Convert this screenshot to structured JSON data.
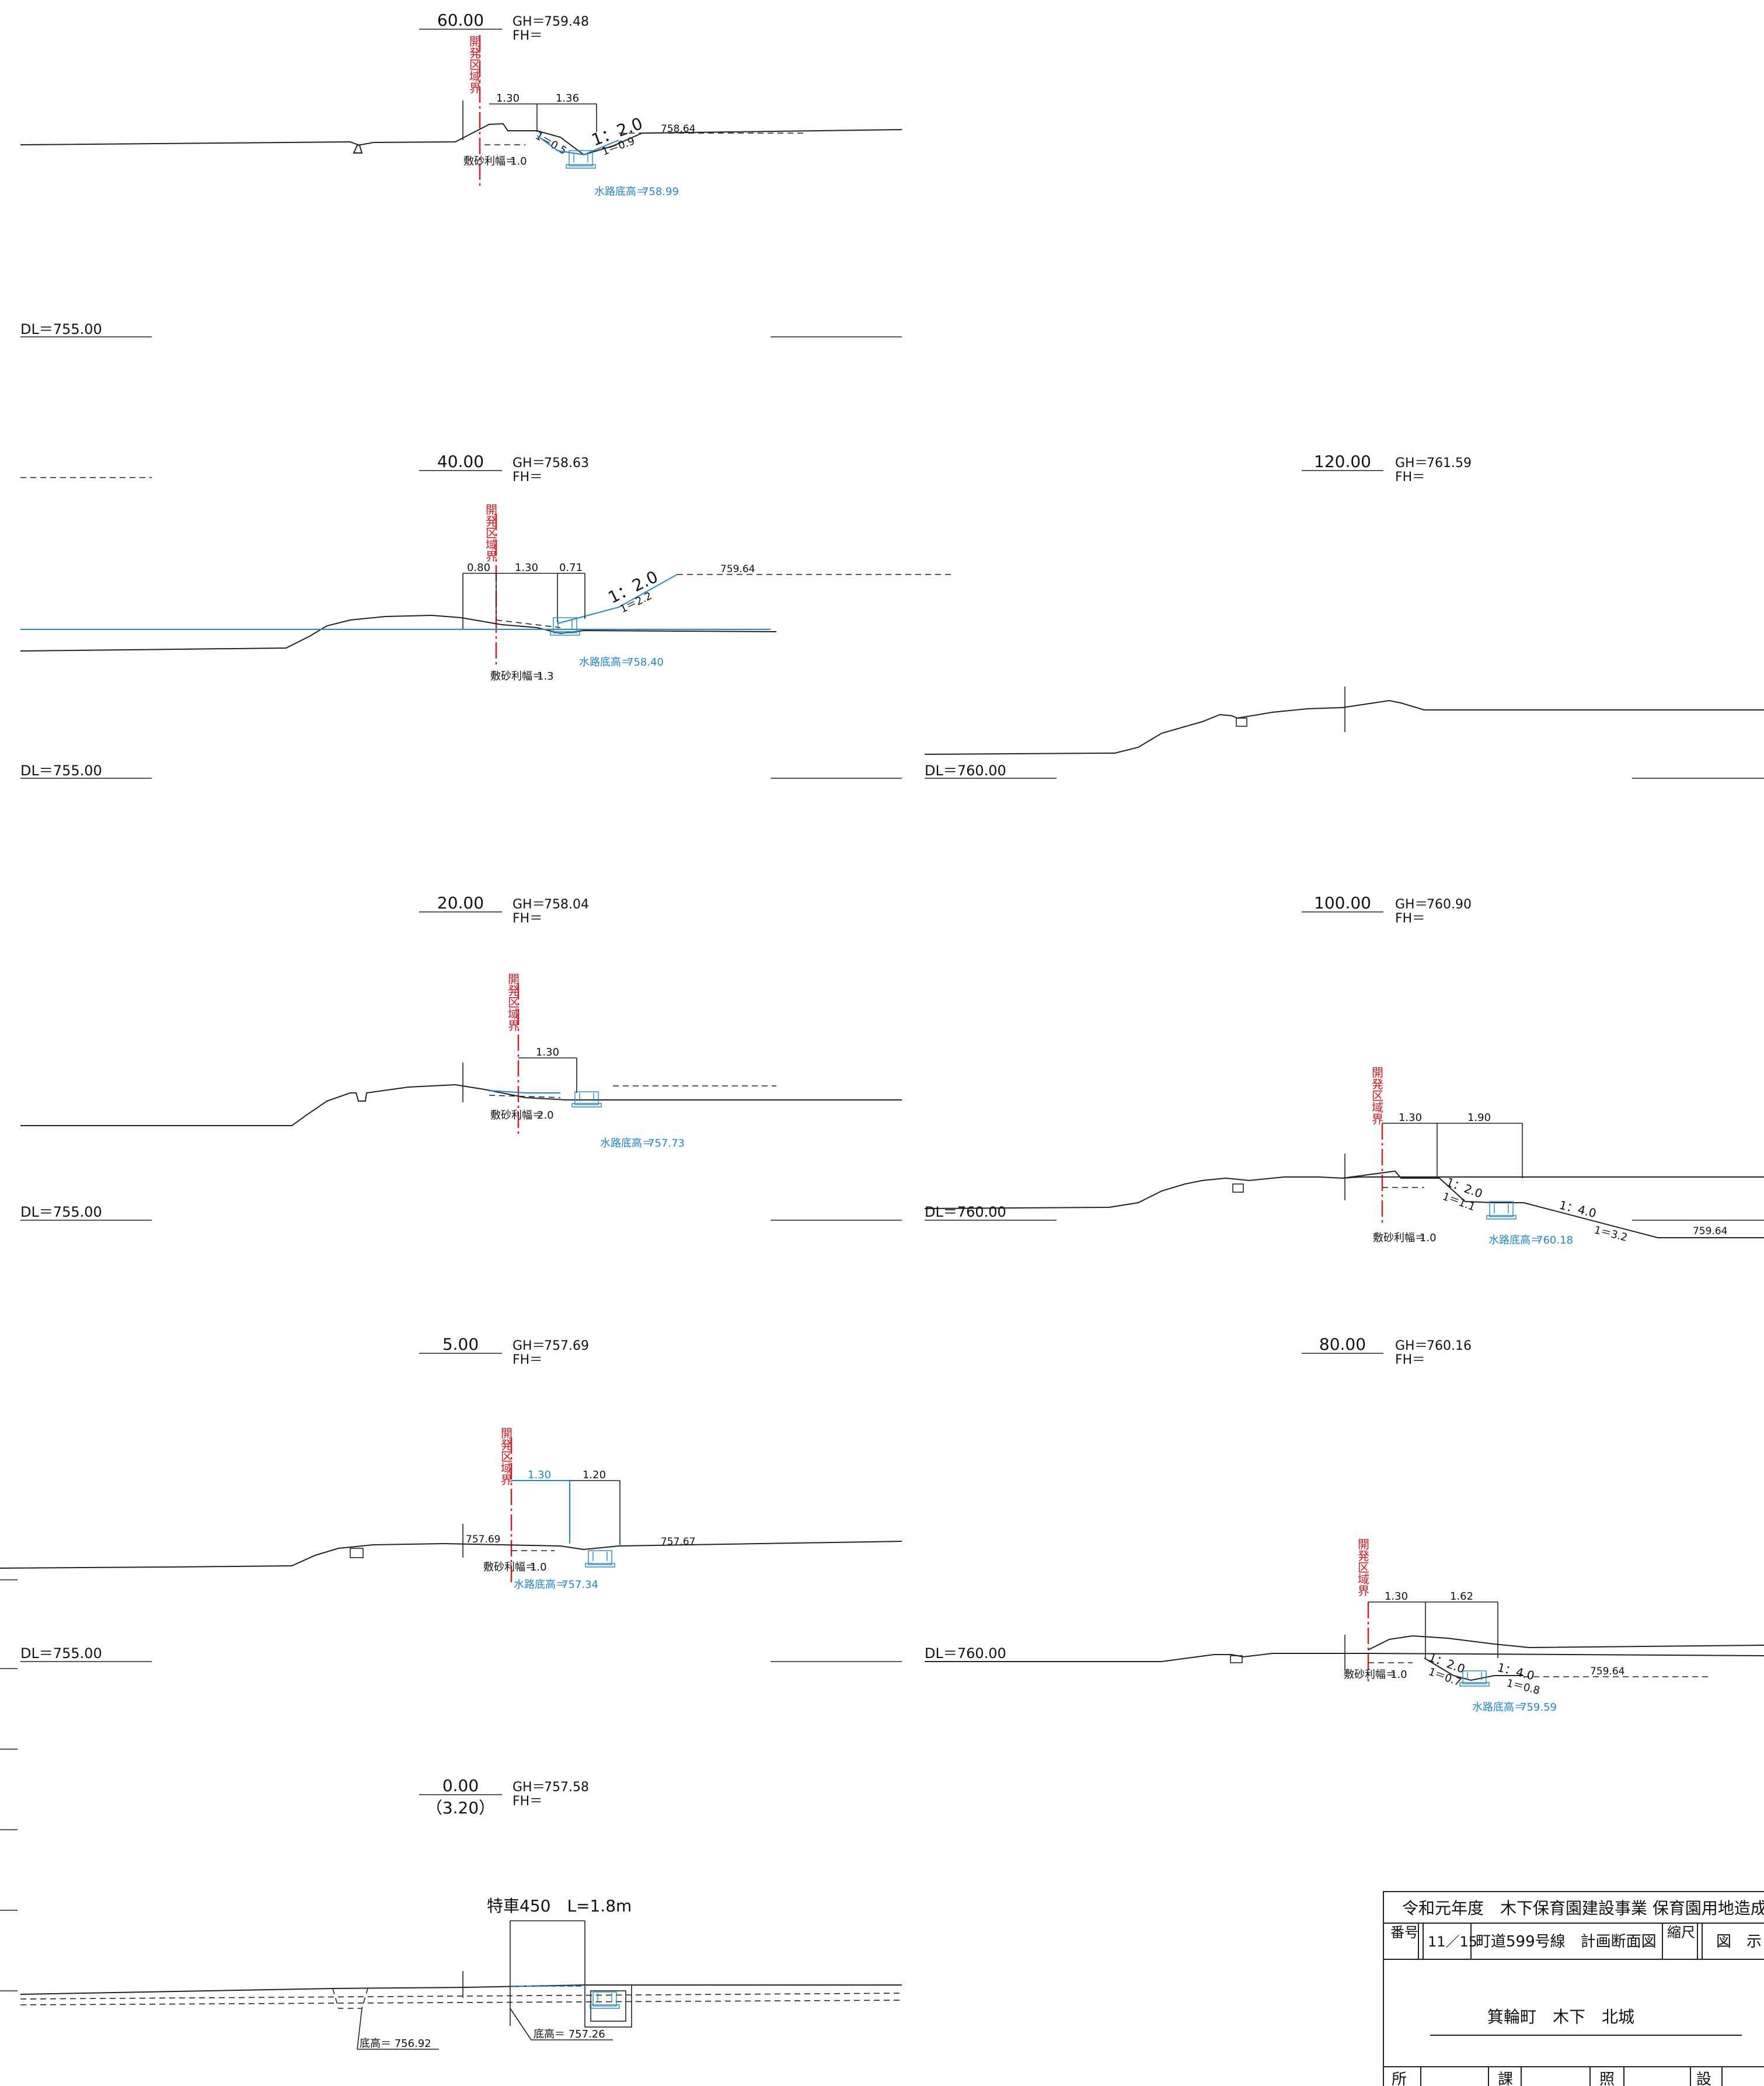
{
  "common": {
    "boundary_label": "開発区域界",
    "gh_prefix": "GH＝",
    "fh_label": "FH＝",
    "gravel_prefix": "敷砂利幅＝",
    "channel_bottom_prefix": "水路底高＝",
    "sta_0_extra": "（3.20）"
  },
  "sections": [
    {
      "station": "60.00",
      "gh": "759.48",
      "dl": "DL＝755.00",
      "gravel": "1.0",
      "channel_bottom": "758.99",
      "dims": [
        "1.30",
        "1.36"
      ],
      "ratio_main": "1：2.0",
      "slopes": [
        "1＝0.5",
        "1＝0.9"
      ],
      "level": "758.64"
    },
    {
      "station": "40.00",
      "gh": "758.63",
      "dl": "DL＝755.00",
      "gravel": "1.3",
      "channel_bottom": "758.40",
      "dims": [
        "0.80",
        "1.30",
        "0.71"
      ],
      "ratio_main": "1：2.0",
      "slopes": [
        "1＝2.2"
      ],
      "level": "759.64"
    },
    {
      "station": "20.00",
      "gh": "758.04",
      "dl": "DL＝755.00",
      "gravel": "2.0",
      "channel_bottom": "757.73",
      "dims": [
        "1.30"
      ]
    },
    {
      "station": "5.00",
      "gh": "757.69",
      "dl": "DL＝755.00",
      "gravel": "1.0",
      "channel_bottom": "757.34",
      "dims": [
        "1.30",
        "1.20"
      ],
      "levels": [
        "757.69",
        "757.67"
      ]
    },
    {
      "station": "0.00",
      "gh": "757.58",
      "culvert": "特車450　L=1.8m",
      "bottoms": [
        "底高＝ 756.92",
        "底高＝ 757.26"
      ]
    },
    {
      "station": "120.00",
      "gh": "761.59",
      "dl": "DL＝760.00"
    },
    {
      "station": "100.00",
      "gh": "760.90",
      "dl": "DL＝760.00",
      "gravel": "1.0",
      "channel_bottom": "760.18",
      "dims": [
        "1.30",
        "1.90"
      ],
      "slopes": [
        "1：2.0",
        "1＝1.1",
        "1：4.0",
        "1＝3.2"
      ],
      "level": "759.64"
    },
    {
      "station": "80.00",
      "gh": "760.16",
      "dl": "DL＝760.00",
      "gravel": "1.0",
      "channel_bottom": "759.59",
      "dims": [
        "1.30",
        "1.62"
      ],
      "slopes": [
        "1：2.0",
        "1＝0.7",
        "1：4.0",
        "1＝0.8"
      ],
      "level": "759.64"
    }
  ],
  "title_block": {
    "project": "令和元年度　木下保育園建設事業 保育園用地造成工",
    "no_label": "番号",
    "sheet": "11／15",
    "drawing": "町道599号線　計画断面図",
    "scale_label": "縮尺",
    "scale_value": "図　示",
    "location": "箕輪町　木下　北城",
    "row_labels": [
      "所",
      "課",
      "照",
      "設"
    ]
  }
}
